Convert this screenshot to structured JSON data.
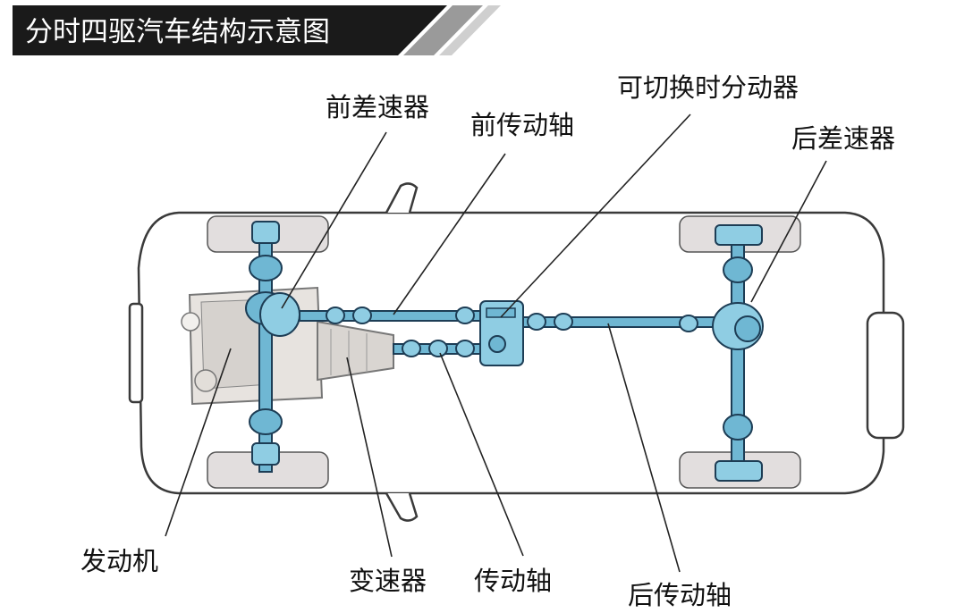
{
  "title": "分时四驱汽车结构示意图",
  "colors": {
    "title_bg": "#1a1a1a",
    "component_blue": "#6fb7d3",
    "tire_fill": "#e2dede",
    "outline": "#3a3a3a"
  },
  "labels": {
    "front_diff": "前差速器",
    "front_shaft": "前传动轴",
    "transfer_case": "可切换时分动器",
    "rear_diff": "后差速器",
    "engine": "发动机",
    "gearbox": "变速器",
    "drive_shaft": "传动轴",
    "rear_shaft": "后传动轴"
  }
}
